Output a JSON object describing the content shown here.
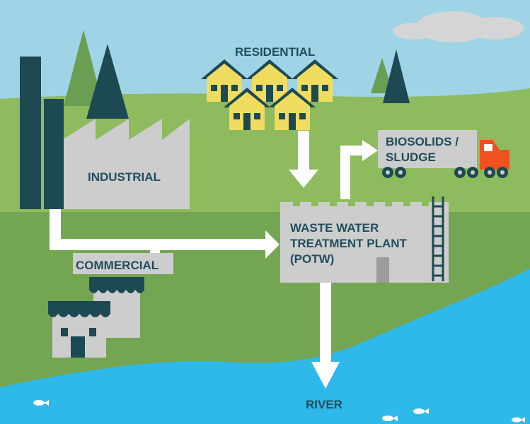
{
  "labels": {
    "residential": "RESIDENTIAL",
    "industrial": "INDUSTRIAL",
    "commercial": "COMMERCIAL",
    "biosolids_line1": "BIOSOLIDS /",
    "biosolids_line2": "SLUDGE",
    "plant_line1": "WASTE WATER",
    "plant_line2": "TREATMENT PLANT",
    "plant_line3": "(POTW)",
    "river": "RIVER"
  },
  "colors": {
    "sky": "#9fd3e6",
    "grass": "#8dbb5e",
    "dark_grass": "#5e9246",
    "water": "#2fb8ea",
    "building_gray": "#cdcdcd",
    "dark_teal": "#1d4a52",
    "house_yellow": "#f0dc5f",
    "truck_red": "#f1501f",
    "arrow_white": "#ffffff",
    "text": "#1f4e5b"
  },
  "icons": [
    "factory-icon",
    "smokestack-icon",
    "tree-icon",
    "house-icon",
    "store-icon",
    "truck-icon",
    "fish-icon",
    "cloud-icon",
    "treatment-plant-icon",
    "arrow-icon"
  ]
}
